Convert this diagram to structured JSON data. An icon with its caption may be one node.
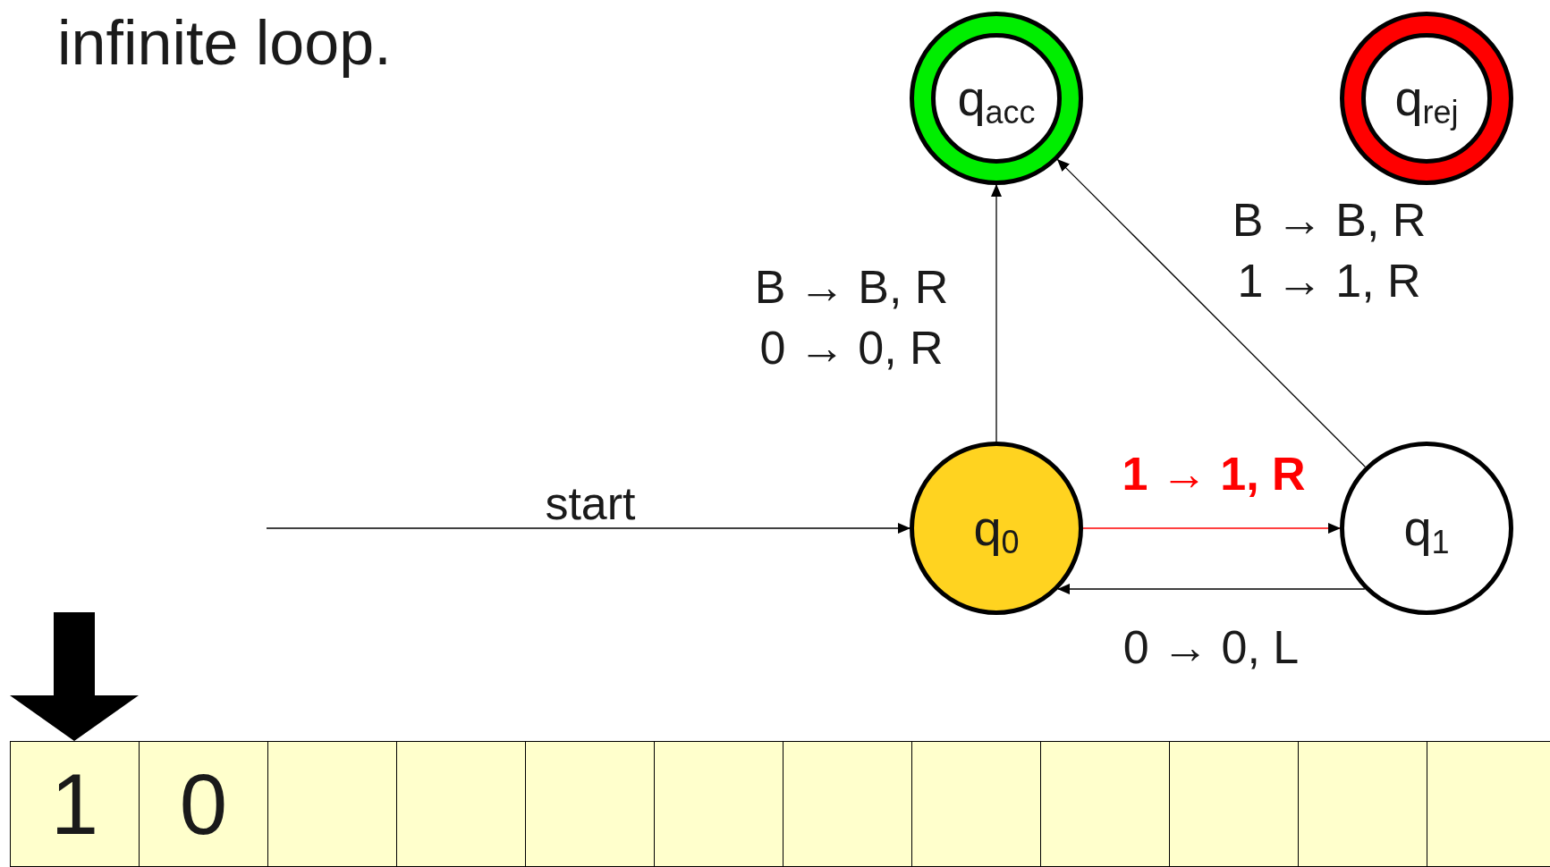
{
  "diagram": {
    "nodes": [
      {
        "text": [
          "q$_{0}$"
        ]
      },
      {
        "text": [
          "q$_{1}$"
        ]
      },
      {
        "text": [
          "q$_{acc}$"
        ]
      },
      {
        "text": [
          "q$_{rej}$"
        ]
      },
      {
        "text": [
          "1"
        ]
      },
      {
        "text": [
          "0"
        ]
      },
      {
        "text": [],
        "shape": "box"
      },
      {
        "text": [],
        "shape": "box"
      },
      {
        "text": [],
        "shape": "box"
      },
      {
        "text": [],
        "shape": "box"
      },
      {
        "text": [],
        "shape": "box"
      },
      {
        "text": [],
        "shape": "box"
      },
      {
        "text": [],
        "shape": "box"
      },
      {
        "text": [],
        "shape": "box"
      },
      {
        "text": [],
        "shape": "box"
      },
      {
        "text": [],
        "shape": "box"
      }
    ],
    "edges": [
      {
        "from": null,
        "to": 0,
        "arrow": "to",
        "label": "start"
      },
      {
        "from": 0,
        "to": 2,
        "arrow": "to",
        "label": "B → B, R 0 → 0, R"
      },
      {
        "from": 0,
        "to": 1,
        "arrow": "to",
        "label": "1 → 1, R",
        "color": "#ff0000"
      },
      {
        "from": 1,
        "to": 0,
        "arrow": "to",
        "label": "0 → 0, L"
      },
      {
        "from": 1,
        "to": 2,
        "arrow": "to",
        "label": "B → B, R 1 → 1, R"
      }
    ],
    "labels": [
      "infinite loop."
    ]
  }
}
